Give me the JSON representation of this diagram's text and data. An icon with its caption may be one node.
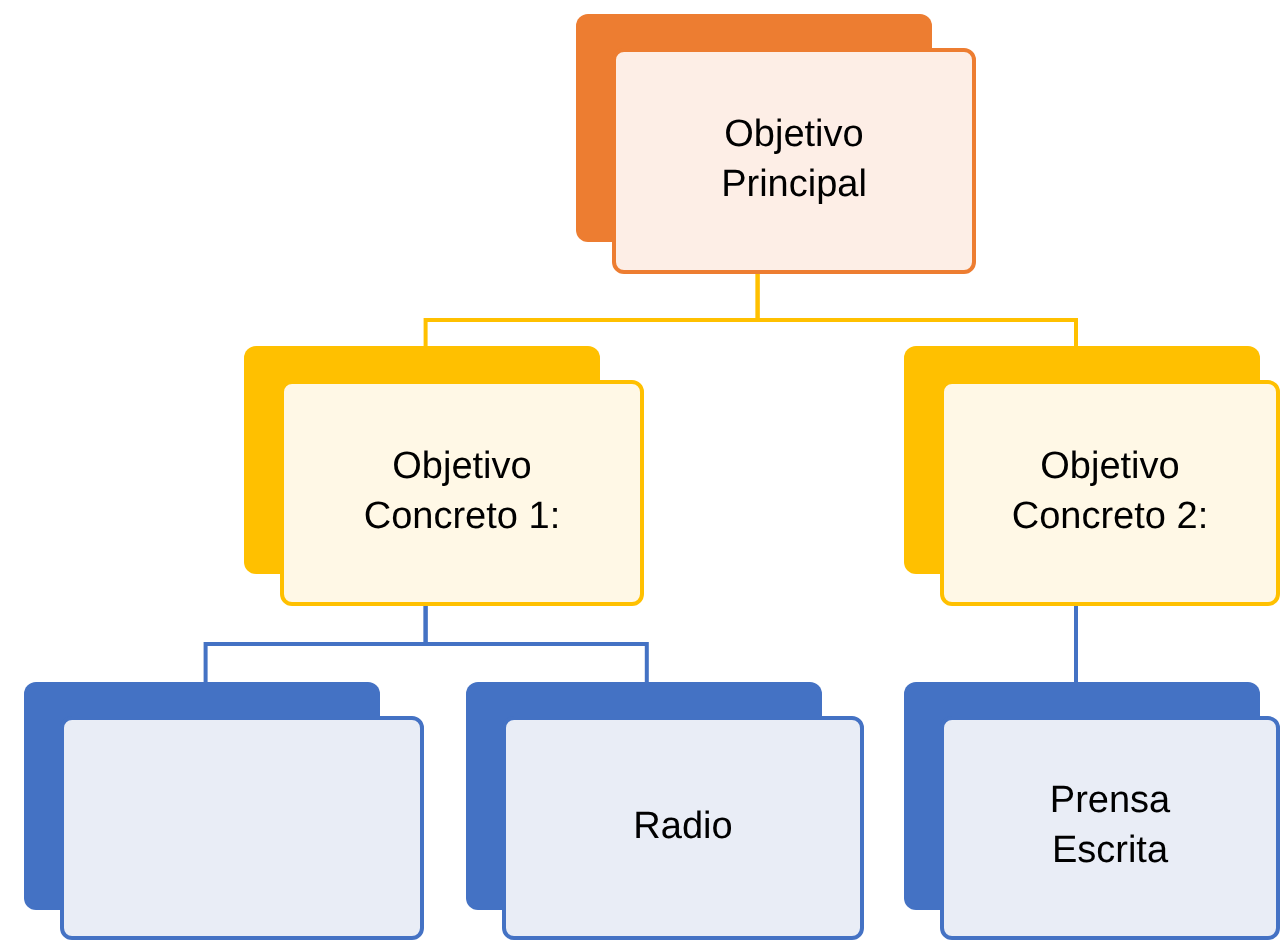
{
  "diagram": {
    "nodes": [
      {
        "text": [
          "Objetivo Principal"
        ]
      },
      {
        "text": [
          "Objetivo Concreto 1:"
        ]
      },
      {
        "text": [
          "Objetivo Concreto 2:"
        ]
      },
      {
        "text": [],
        "shape": "box"
      },
      {
        "text": [
          "Radio"
        ]
      },
      {
        "text": [
          "Prensa Escrita"
        ]
      }
    ],
    "edges": [
      {
        "from": 0,
        "to": 1,
        "arrow": "none",
        "color": "#ffc000"
      },
      {
        "from": 0,
        "to": 2,
        "arrow": "none",
        "color": "#ffc000"
      },
      {
        "from": 1,
        "to": 3,
        "arrow": "none"
      },
      {
        "from": 1,
        "to": 4,
        "arrow": "none"
      },
      {
        "from": 2,
        "to": 5,
        "arrow": "none"
      }
    ]
  }
}
